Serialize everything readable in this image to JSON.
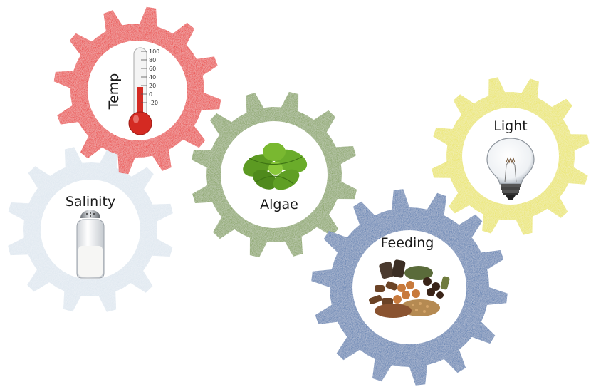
{
  "gears": {
    "temp": {
      "label": "Temp",
      "color": "#e8201f",
      "icon": "thermometer-icon"
    },
    "salinity": {
      "label": "Salinity",
      "color": "#dde6ef",
      "icon": "salt-shaker-icon"
    },
    "algae": {
      "label": "Algae",
      "color": "#7f9e55",
      "icon": "algae-icon"
    },
    "light": {
      "label": "Light",
      "color": "#e9e45c",
      "icon": "light-bulb-icon"
    },
    "feeding": {
      "label": "Feeding",
      "color": "#4f77ad",
      "icon": "feed-pellets-icon"
    }
  },
  "thermometer": {
    "ticks": [
      "100",
      "80",
      "60",
      "40",
      "20",
      "0",
      "-20"
    ]
  }
}
